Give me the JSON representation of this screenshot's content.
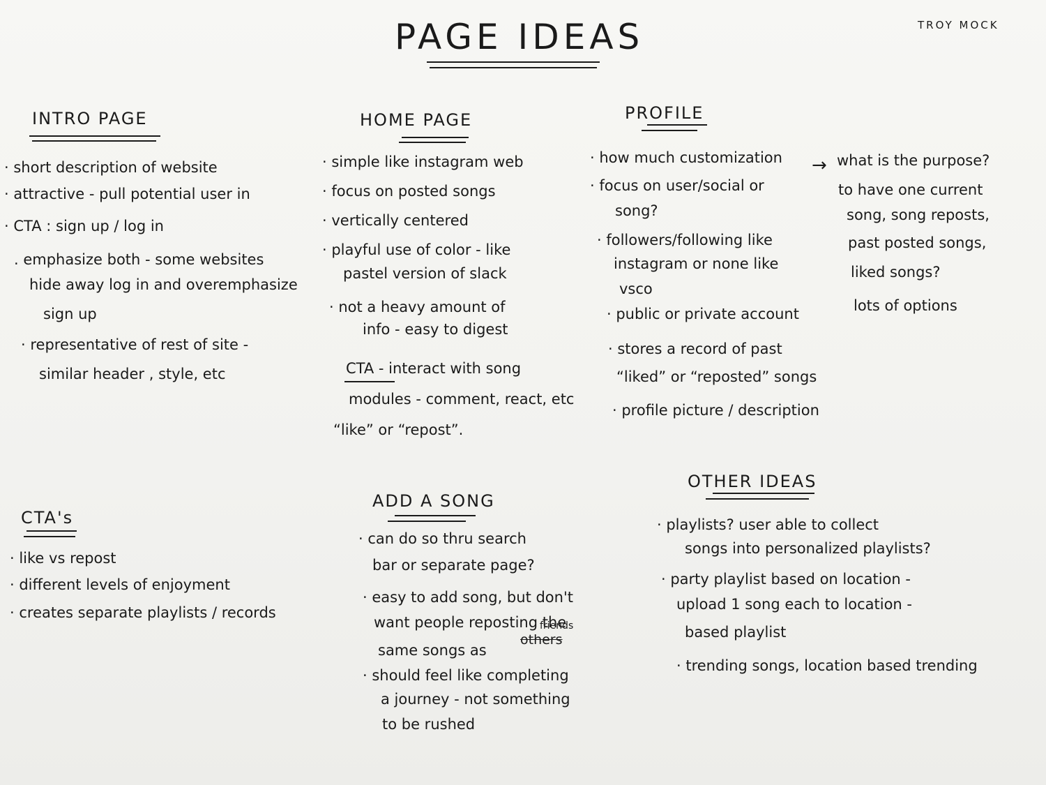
{
  "title": "PAGE IDEAS",
  "author": "TROY MOCK",
  "intro": {
    "heading": "INTRO PAGE",
    "lines": [
      "· short description of website",
      "· attractive - pull potential user in",
      "· CTA : sign up / log in",
      ". emphasize both - some websites",
      "hide away log in and overemphasize",
      "sign up",
      "· representative of rest of site -",
      "similar header , style, etc"
    ]
  },
  "home": {
    "heading": "HOME PAGE",
    "lines": [
      "· simple like instagram web",
      "· focus on posted songs",
      "· vertically centered",
      "· playful use of color - like",
      "pastel version of slack",
      "· not a heavy amount of",
      "info - easy to digest",
      "CTA - interact with song",
      "modules - comment, react, etc",
      "“like” or “repost”."
    ]
  },
  "profile": {
    "heading": "PROFILE",
    "lines": [
      "· how much customization",
      "· focus on user/social or",
      "song?",
      "· followers/following like",
      "instagram or none like",
      "vsco",
      "· public or private account",
      "· stores a record of past",
      "“liked” or “reposted” songs",
      "· profile picture / description"
    ]
  },
  "purpose": {
    "arrow": "→",
    "lines": [
      "what is the purpose?",
      "to have one current",
      "song, song reposts,",
      "past posted songs,",
      "liked songs?",
      "lots of options"
    ]
  },
  "ctas": {
    "heading": "CTA's",
    "lines": [
      "· like vs repost",
      "· different levels of enjoyment",
      "· creates separate playlists / records"
    ]
  },
  "add_song": {
    "heading": "ADD A SONG",
    "lines": [
      "· can do so thru search",
      "bar or separate page?",
      "· easy to add song, but don't",
      "want people reposting the",
      "same songs as",
      "· should feel like completing",
      "a journey - not something",
      "to be rushed"
    ],
    "struck_word": "others",
    "inserted_word": "friends"
  },
  "other": {
    "heading": "OTHER IDEAS",
    "lines": [
      "· playlists? user able to collect",
      "songs into personalized playlists?",
      "· party playlist based on location -",
      "upload 1 song each to location -",
      "based playlist",
      "· trending songs, location based trending"
    ]
  }
}
